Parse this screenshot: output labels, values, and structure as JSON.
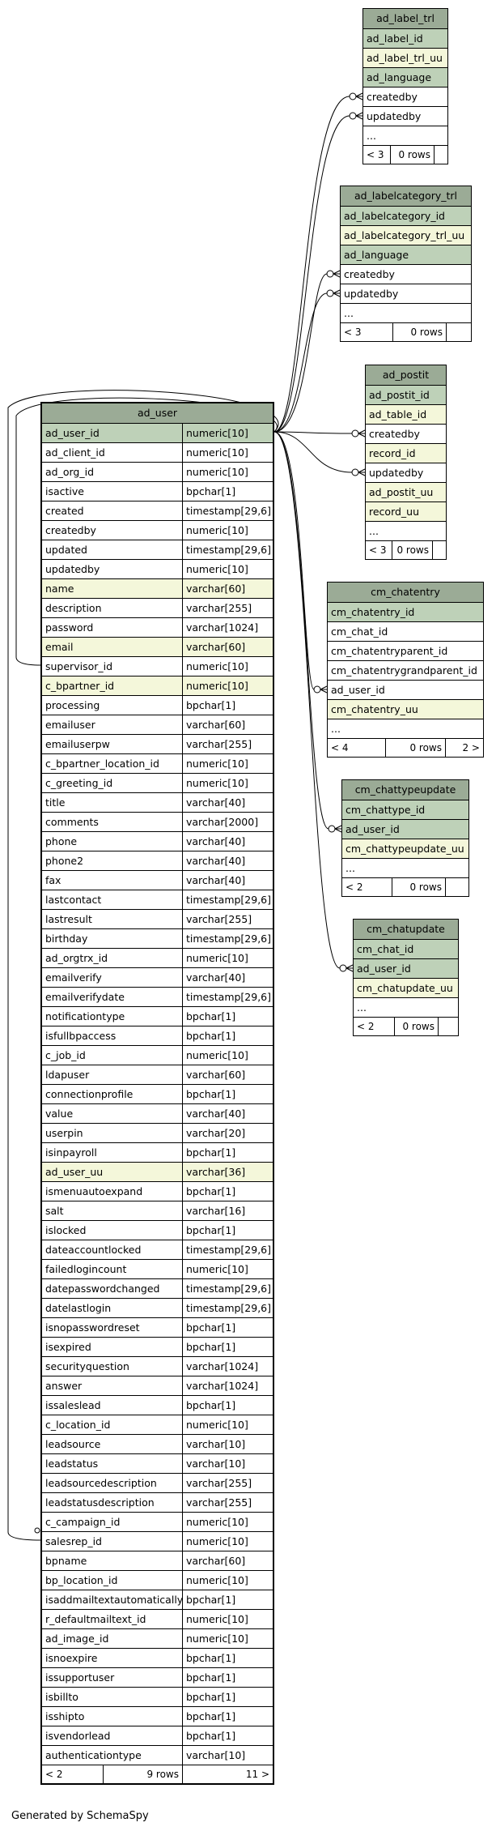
{
  "generated_by": "Generated by SchemaSpy",
  "tables": {
    "ad_label_trl": {
      "title": "ad_label_trl",
      "rows": [
        {
          "name": "ad_label_id",
          "kind": "pk"
        },
        {
          "name": "ad_label_trl_uu",
          "kind": "idx"
        },
        {
          "name": "ad_language",
          "kind": "pk"
        },
        {
          "name": "createdby",
          "kind": "std"
        },
        {
          "name": "updatedby",
          "kind": "std"
        },
        {
          "name": "...",
          "kind": "std"
        }
      ],
      "footer": [
        "< 3",
        "0 rows",
        ""
      ]
    },
    "ad_labelcategory_trl": {
      "title": "ad_labelcategory_trl",
      "rows": [
        {
          "name": "ad_labelcategory_id",
          "kind": "pk"
        },
        {
          "name": "ad_labelcategory_trl_uu",
          "kind": "idx"
        },
        {
          "name": "ad_language",
          "kind": "pk"
        },
        {
          "name": "createdby",
          "kind": "std"
        },
        {
          "name": "updatedby",
          "kind": "std"
        },
        {
          "name": "...",
          "kind": "std"
        }
      ],
      "footer": [
        "< 3",
        "0 rows",
        ""
      ]
    },
    "ad_postit": {
      "title": "ad_postit",
      "rows": [
        {
          "name": "ad_postit_id",
          "kind": "pk"
        },
        {
          "name": "ad_table_id",
          "kind": "idx"
        },
        {
          "name": "createdby",
          "kind": "std"
        },
        {
          "name": "record_id",
          "kind": "idx"
        },
        {
          "name": "updatedby",
          "kind": "std"
        },
        {
          "name": "ad_postit_uu",
          "kind": "idx"
        },
        {
          "name": "record_uu",
          "kind": "idx"
        },
        {
          "name": "...",
          "kind": "std"
        }
      ],
      "footer": [
        "< 3",
        "0 rows",
        ""
      ]
    },
    "cm_chatentry": {
      "title": "cm_chatentry",
      "rows": [
        {
          "name": "cm_chatentry_id",
          "kind": "pk"
        },
        {
          "name": "cm_chat_id",
          "kind": "std"
        },
        {
          "name": "cm_chatentryparent_id",
          "kind": "std"
        },
        {
          "name": "cm_chatentrygrandparent_id",
          "kind": "std"
        },
        {
          "name": "ad_user_id",
          "kind": "std"
        },
        {
          "name": "cm_chatentry_uu",
          "kind": "idx"
        },
        {
          "name": "...",
          "kind": "std"
        }
      ],
      "footer": [
        "< 4",
        "0 rows",
        "2 >"
      ]
    },
    "cm_chattypeupdate": {
      "title": "cm_chattypeupdate",
      "rows": [
        {
          "name": "cm_chattype_id",
          "kind": "pk"
        },
        {
          "name": "ad_user_id",
          "kind": "pk"
        },
        {
          "name": "cm_chattypeupdate_uu",
          "kind": "idx"
        },
        {
          "name": "...",
          "kind": "std"
        }
      ],
      "footer": [
        "< 2",
        "0 rows",
        ""
      ]
    },
    "cm_chatupdate": {
      "title": "cm_chatupdate",
      "rows": [
        {
          "name": "cm_chat_id",
          "kind": "pk"
        },
        {
          "name": "ad_user_id",
          "kind": "pk"
        },
        {
          "name": "cm_chatupdate_uu",
          "kind": "idx"
        },
        {
          "name": "...",
          "kind": "std"
        }
      ],
      "footer": [
        "< 2",
        "0 rows",
        ""
      ]
    },
    "ad_user": {
      "title": "ad_user",
      "rows": [
        {
          "name": "ad_user_id",
          "type": "numeric[10]",
          "kind": "pk"
        },
        {
          "name": "ad_client_id",
          "type": "numeric[10]",
          "kind": "std"
        },
        {
          "name": "ad_org_id",
          "type": "numeric[10]",
          "kind": "std"
        },
        {
          "name": "isactive",
          "type": "bpchar[1]",
          "kind": "std"
        },
        {
          "name": "created",
          "type": "timestamp[29,6]",
          "kind": "std"
        },
        {
          "name": "createdby",
          "type": "numeric[10]",
          "kind": "std"
        },
        {
          "name": "updated",
          "type": "timestamp[29,6]",
          "kind": "std"
        },
        {
          "name": "updatedby",
          "type": "numeric[10]",
          "kind": "std"
        },
        {
          "name": "name",
          "type": "varchar[60]",
          "kind": "idx"
        },
        {
          "name": "description",
          "type": "varchar[255]",
          "kind": "std"
        },
        {
          "name": "password",
          "type": "varchar[1024]",
          "kind": "std"
        },
        {
          "name": "email",
          "type": "varchar[60]",
          "kind": "idx"
        },
        {
          "name": "supervisor_id",
          "type": "numeric[10]",
          "kind": "std"
        },
        {
          "name": "c_bpartner_id",
          "type": "numeric[10]",
          "kind": "idx"
        },
        {
          "name": "processing",
          "type": "bpchar[1]",
          "kind": "std"
        },
        {
          "name": "emailuser",
          "type": "varchar[60]",
          "kind": "std"
        },
        {
          "name": "emailuserpw",
          "type": "varchar[255]",
          "kind": "std"
        },
        {
          "name": "c_bpartner_location_id",
          "type": "numeric[10]",
          "kind": "std"
        },
        {
          "name": "c_greeting_id",
          "type": "numeric[10]",
          "kind": "std"
        },
        {
          "name": "title",
          "type": "varchar[40]",
          "kind": "std"
        },
        {
          "name": "comments",
          "type": "varchar[2000]",
          "kind": "std"
        },
        {
          "name": "phone",
          "type": "varchar[40]",
          "kind": "std"
        },
        {
          "name": "phone2",
          "type": "varchar[40]",
          "kind": "std"
        },
        {
          "name": "fax",
          "type": "varchar[40]",
          "kind": "std"
        },
        {
          "name": "lastcontact",
          "type": "timestamp[29,6]",
          "kind": "std"
        },
        {
          "name": "lastresult",
          "type": "varchar[255]",
          "kind": "std"
        },
        {
          "name": "birthday",
          "type": "timestamp[29,6]",
          "kind": "std"
        },
        {
          "name": "ad_orgtrx_id",
          "type": "numeric[10]",
          "kind": "std"
        },
        {
          "name": "emailverify",
          "type": "varchar[40]",
          "kind": "std"
        },
        {
          "name": "emailverifydate",
          "type": "timestamp[29,6]",
          "kind": "std"
        },
        {
          "name": "notificationtype",
          "type": "bpchar[1]",
          "kind": "std"
        },
        {
          "name": "isfullbpaccess",
          "type": "bpchar[1]",
          "kind": "std"
        },
        {
          "name": "c_job_id",
          "type": "numeric[10]",
          "kind": "std"
        },
        {
          "name": "ldapuser",
          "type": "varchar[60]",
          "kind": "std"
        },
        {
          "name": "connectionprofile",
          "type": "bpchar[1]",
          "kind": "std"
        },
        {
          "name": "value",
          "type": "varchar[40]",
          "kind": "std"
        },
        {
          "name": "userpin",
          "type": "varchar[20]",
          "kind": "std"
        },
        {
          "name": "isinpayroll",
          "type": "bpchar[1]",
          "kind": "std"
        },
        {
          "name": "ad_user_uu",
          "type": "varchar[36]",
          "kind": "idx"
        },
        {
          "name": "ismenuautoexpand",
          "type": "bpchar[1]",
          "kind": "std"
        },
        {
          "name": "salt",
          "type": "varchar[16]",
          "kind": "std"
        },
        {
          "name": "islocked",
          "type": "bpchar[1]",
          "kind": "std"
        },
        {
          "name": "dateaccountlocked",
          "type": "timestamp[29,6]",
          "kind": "std"
        },
        {
          "name": "failedlogincount",
          "type": "numeric[10]",
          "kind": "std"
        },
        {
          "name": "datepasswordchanged",
          "type": "timestamp[29,6]",
          "kind": "std"
        },
        {
          "name": "datelastlogin",
          "type": "timestamp[29,6]",
          "kind": "std"
        },
        {
          "name": "isnopasswordreset",
          "type": "bpchar[1]",
          "kind": "std"
        },
        {
          "name": "isexpired",
          "type": "bpchar[1]",
          "kind": "std"
        },
        {
          "name": "securityquestion",
          "type": "varchar[1024]",
          "kind": "std"
        },
        {
          "name": "answer",
          "type": "varchar[1024]",
          "kind": "std"
        },
        {
          "name": "issaleslead",
          "type": "bpchar[1]",
          "kind": "std"
        },
        {
          "name": "c_location_id",
          "type": "numeric[10]",
          "kind": "std"
        },
        {
          "name": "leadsource",
          "type": "varchar[10]",
          "kind": "std"
        },
        {
          "name": "leadstatus",
          "type": "varchar[10]",
          "kind": "std"
        },
        {
          "name": "leadsourcedescription",
          "type": "varchar[255]",
          "kind": "std"
        },
        {
          "name": "leadstatusdescription",
          "type": "varchar[255]",
          "kind": "std"
        },
        {
          "name": "c_campaign_id",
          "type": "numeric[10]",
          "kind": "std"
        },
        {
          "name": "salesrep_id",
          "type": "numeric[10]",
          "kind": "std"
        },
        {
          "name": "bpname",
          "type": "varchar[60]",
          "kind": "std"
        },
        {
          "name": "bp_location_id",
          "type": "numeric[10]",
          "kind": "std"
        },
        {
          "name": "isaddmailtextautomatically",
          "type": "bpchar[1]",
          "kind": "std"
        },
        {
          "name": "r_defaultmailtext_id",
          "type": "numeric[10]",
          "kind": "std"
        },
        {
          "name": "ad_image_id",
          "type": "numeric[10]",
          "kind": "std"
        },
        {
          "name": "isnoexpire",
          "type": "bpchar[1]",
          "kind": "std"
        },
        {
          "name": "issupportuser",
          "type": "bpchar[1]",
          "kind": "std"
        },
        {
          "name": "isbillto",
          "type": "bpchar[1]",
          "kind": "std"
        },
        {
          "name": "isshipto",
          "type": "bpchar[1]",
          "kind": "std"
        },
        {
          "name": "isvendorlead",
          "type": "bpchar[1]",
          "kind": "std"
        },
        {
          "name": "authenticationtype",
          "type": "varchar[10]",
          "kind": "std"
        }
      ],
      "footer": [
        "< 2",
        "9 rows",
        "11 >"
      ]
    }
  }
}
